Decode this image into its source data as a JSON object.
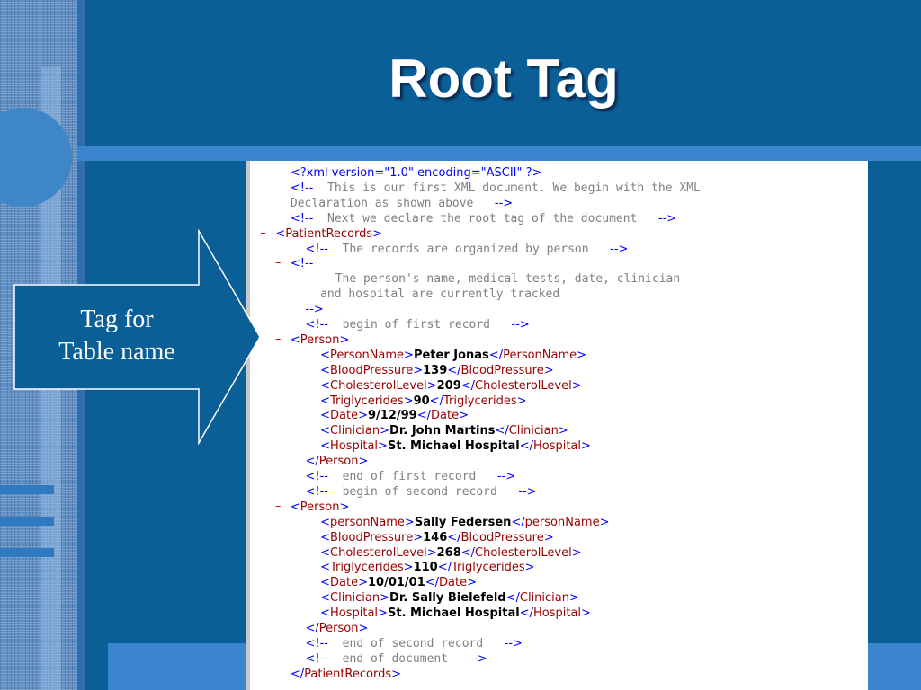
{
  "slide": {
    "title": "Root Tag",
    "callout_line1": "Tag for",
    "callout_line2": "Table name"
  },
  "xml_lines": [
    {
      "indent": "   ",
      "minus": "",
      "parts": [
        [
          "bl",
          "<?xml version=\"1.0\" encoding=\"ASCII\" ?>"
        ]
      ]
    },
    {
      "indent": "   ",
      "minus": "",
      "parts": [
        [
          "bl",
          "<!--"
        ],
        [
          "cm",
          "  This is our first XML document. We begin with the XML"
        ]
      ]
    },
    {
      "indent": "   ",
      "minus": "",
      "parts": [
        [
          "cm",
          "Declaration as shown above   "
        ],
        [
          "bl",
          "-->"
        ]
      ]
    },
    {
      "indent": "   ",
      "minus": "",
      "parts": [
        [
          "bl",
          "<!--"
        ],
        [
          "cm",
          "  Next we declare the root tag of the document   "
        ],
        [
          "bl",
          "-->"
        ]
      ]
    },
    {
      "indent": " ",
      "minus": "–",
      "parts": [
        [
          "bl",
          "<"
        ],
        [
          "tn",
          "PatientRecords"
        ],
        [
          "bl",
          ">"
        ]
      ]
    },
    {
      "indent": "     ",
      "minus": "",
      "parts": [
        [
          "bl",
          "<!--"
        ],
        [
          "cm",
          "  The records are organized by person   "
        ],
        [
          "bl",
          "-->"
        ]
      ]
    },
    {
      "indent": "   ",
      "minus": "–",
      "parts": [
        [
          "bl",
          "<!--"
        ]
      ]
    },
    {
      "indent": "         ",
      "minus": "",
      "parts": [
        [
          "cm",
          "The person's name, medical tests, date, clinician"
        ]
      ]
    },
    {
      "indent": "       ",
      "minus": "",
      "parts": [
        [
          "cm",
          "and hospital are currently tracked"
        ]
      ]
    },
    {
      "indent": "     ",
      "minus": "",
      "parts": [
        [
          "bl",
          "-->"
        ]
      ]
    },
    {
      "indent": "     ",
      "minus": "",
      "parts": [
        [
          "bl",
          "<!--"
        ],
        [
          "cm",
          "  begin of first record   "
        ],
        [
          "bl",
          "-->"
        ]
      ]
    },
    {
      "indent": "   ",
      "minus": "–",
      "parts": [
        [
          "bl",
          "<"
        ],
        [
          "tn",
          "Person"
        ],
        [
          "bl",
          ">"
        ]
      ]
    },
    {
      "indent": "       ",
      "minus": "",
      "parts": [
        [
          "bl",
          "<"
        ],
        [
          "tn",
          "PersonName"
        ],
        [
          "bl",
          ">"
        ],
        [
          "val",
          "Peter Jonas"
        ],
        [
          "bl",
          "</"
        ],
        [
          "tn",
          "PersonName"
        ],
        [
          "bl",
          ">"
        ]
      ]
    },
    {
      "indent": "       ",
      "minus": "",
      "parts": [
        [
          "bl",
          "<"
        ],
        [
          "tn",
          "BloodPressure"
        ],
        [
          "bl",
          ">"
        ],
        [
          "val",
          "139"
        ],
        [
          "bl",
          "</"
        ],
        [
          "tn",
          "BloodPressure"
        ],
        [
          "bl",
          ">"
        ]
      ]
    },
    {
      "indent": "       ",
      "minus": "",
      "parts": [
        [
          "bl",
          "<"
        ],
        [
          "tn",
          "CholesterolLevel"
        ],
        [
          "bl",
          ">"
        ],
        [
          "val",
          "209"
        ],
        [
          "bl",
          "</"
        ],
        [
          "tn",
          "CholesterolLevel"
        ],
        [
          "bl",
          ">"
        ]
      ]
    },
    {
      "indent": "       ",
      "minus": "",
      "parts": [
        [
          "bl",
          "<"
        ],
        [
          "tn",
          "Triglycerides"
        ],
        [
          "bl",
          ">"
        ],
        [
          "val",
          "90"
        ],
        [
          "bl",
          "</"
        ],
        [
          "tn",
          "Triglycerides"
        ],
        [
          "bl",
          ">"
        ]
      ]
    },
    {
      "indent": "       ",
      "minus": "",
      "parts": [
        [
          "bl",
          "<"
        ],
        [
          "tn",
          "Date"
        ],
        [
          "bl",
          ">"
        ],
        [
          "val",
          "9/12/99"
        ],
        [
          "bl",
          "</"
        ],
        [
          "tn",
          "Date"
        ],
        [
          "bl",
          ">"
        ]
      ]
    },
    {
      "indent": "       ",
      "minus": "",
      "parts": [
        [
          "bl",
          "<"
        ],
        [
          "tn",
          "Clinician"
        ],
        [
          "bl",
          ">"
        ],
        [
          "val",
          "Dr. John Martins"
        ],
        [
          "bl",
          "</"
        ],
        [
          "tn",
          "Clinician"
        ],
        [
          "bl",
          ">"
        ]
      ]
    },
    {
      "indent": "       ",
      "minus": "",
      "parts": [
        [
          "bl",
          "<"
        ],
        [
          "tn",
          "Hospital"
        ],
        [
          "bl",
          ">"
        ],
        [
          "val",
          "St. Michael Hospital"
        ],
        [
          "bl",
          "</"
        ],
        [
          "tn",
          "Hospital"
        ],
        [
          "bl",
          ">"
        ]
      ]
    },
    {
      "indent": "     ",
      "minus": "",
      "parts": [
        [
          "bl",
          "</"
        ],
        [
          "tn",
          "Person"
        ],
        [
          "bl",
          ">"
        ]
      ]
    },
    {
      "indent": "     ",
      "minus": "",
      "parts": [
        [
          "bl",
          "<!--"
        ],
        [
          "cm",
          "  end of first record   "
        ],
        [
          "bl",
          "-->"
        ]
      ]
    },
    {
      "indent": "     ",
      "minus": "",
      "parts": [
        [
          "bl",
          "<!--"
        ],
        [
          "cm",
          "  begin of second record   "
        ],
        [
          "bl",
          "-->"
        ]
      ]
    },
    {
      "indent": "   ",
      "minus": "–",
      "parts": [
        [
          "bl",
          "<"
        ],
        [
          "tn",
          "Person"
        ],
        [
          "bl",
          ">"
        ]
      ]
    },
    {
      "indent": "       ",
      "minus": "",
      "parts": [
        [
          "bl",
          "<"
        ],
        [
          "tn",
          "personName"
        ],
        [
          "bl",
          ">"
        ],
        [
          "val",
          "Sally Federsen"
        ],
        [
          "bl",
          "</"
        ],
        [
          "tn",
          "personName"
        ],
        [
          "bl",
          ">"
        ]
      ]
    },
    {
      "indent": "       ",
      "minus": "",
      "parts": [
        [
          "bl",
          "<"
        ],
        [
          "tn",
          "BloodPressure"
        ],
        [
          "bl",
          ">"
        ],
        [
          "val",
          "146"
        ],
        [
          "bl",
          "</"
        ],
        [
          "tn",
          "BloodPressure"
        ],
        [
          "bl",
          ">"
        ]
      ]
    },
    {
      "indent": "       ",
      "minus": "",
      "parts": [
        [
          "bl",
          "<"
        ],
        [
          "tn",
          "CholesterolLevel"
        ],
        [
          "bl",
          ">"
        ],
        [
          "val",
          "268"
        ],
        [
          "bl",
          "</"
        ],
        [
          "tn",
          "CholesterolLevel"
        ],
        [
          "bl",
          ">"
        ]
      ]
    },
    {
      "indent": "       ",
      "minus": "",
      "parts": [
        [
          "bl",
          "<"
        ],
        [
          "tn",
          "Triglycerides"
        ],
        [
          "bl",
          ">"
        ],
        [
          "val",
          "110"
        ],
        [
          "bl",
          "</"
        ],
        [
          "tn",
          "Triglycerides"
        ],
        [
          "bl",
          ">"
        ]
      ]
    },
    {
      "indent": "       ",
      "minus": "",
      "parts": [
        [
          "bl",
          "<"
        ],
        [
          "tn",
          "Date"
        ],
        [
          "bl",
          ">"
        ],
        [
          "val",
          "10/01/01"
        ],
        [
          "bl",
          "</"
        ],
        [
          "tn",
          "Date"
        ],
        [
          "bl",
          ">"
        ]
      ]
    },
    {
      "indent": "       ",
      "minus": "",
      "parts": [
        [
          "bl",
          "<"
        ],
        [
          "tn",
          "Clinician"
        ],
        [
          "bl",
          ">"
        ],
        [
          "val",
          "Dr. Sally Bielefeld"
        ],
        [
          "bl",
          "</"
        ],
        [
          "tn",
          "Clinician"
        ],
        [
          "bl",
          ">"
        ]
      ]
    },
    {
      "indent": "       ",
      "minus": "",
      "parts": [
        [
          "bl",
          "<"
        ],
        [
          "tn",
          "Hospital"
        ],
        [
          "bl",
          ">"
        ],
        [
          "val",
          "St. Michael Hospital"
        ],
        [
          "bl",
          "</"
        ],
        [
          "tn",
          "Hospital"
        ],
        [
          "bl",
          ">"
        ]
      ]
    },
    {
      "indent": "     ",
      "minus": "",
      "parts": [
        [
          "bl",
          "</"
        ],
        [
          "tn",
          "Person"
        ],
        [
          "bl",
          ">"
        ]
      ]
    },
    {
      "indent": "     ",
      "minus": "",
      "parts": [
        [
          "bl",
          "<!--"
        ],
        [
          "cm",
          "  end of second record   "
        ],
        [
          "bl",
          "-->"
        ]
      ]
    },
    {
      "indent": "     ",
      "minus": "",
      "parts": [
        [
          "bl",
          "<!--"
        ],
        [
          "cm",
          "  end of document   "
        ],
        [
          "bl",
          "-->"
        ]
      ]
    },
    {
      "indent": "   ",
      "minus": "",
      "parts": [
        [
          "bl",
          "</"
        ],
        [
          "tn",
          "PatientRecords"
        ],
        [
          "bl",
          ">"
        ]
      ]
    }
  ],
  "colors": {
    "background": "#0a5f97",
    "band": "#3b85cf",
    "title": "#ffffff",
    "xml_markup": "#0000ff",
    "xml_tag_name": "#990000",
    "xml_comment": "#808080",
    "xml_value": "#000000"
  }
}
